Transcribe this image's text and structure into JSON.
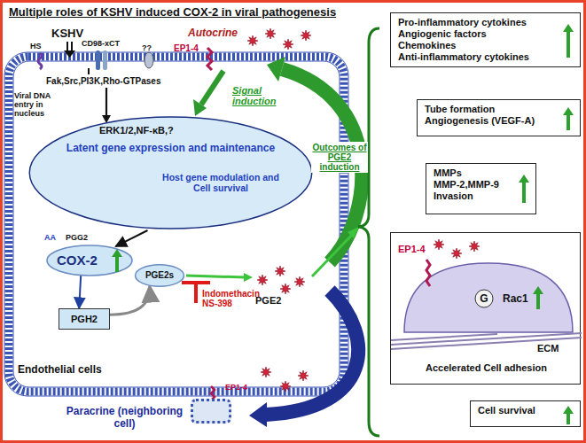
{
  "diagram": {
    "title": "Multiple roles of KSHV induced COX-2 in viral pathogenesis",
    "nodes": [
      {
        "text": [
          "Endothelial cells"
        ]
      },
      {
        "text": [
          "Latent gene expression and maintenance",
          "Host gene modulation and Cell survival"
        ],
        "in": 0
      },
      {
        "text": [
          "COX-2"
        ],
        "in": 0
      },
      {
        "text": [
          "PGE2s"
        ],
        "in": 0
      },
      {
        "text": [
          "PGH2"
        ],
        "in": 0
      },
      {
        "text": [
          "Paracrine (neighboring cell)"
        ]
      },
      {
        "text": [
          "Pro-inflammatory cytokines",
          "Angiogenic factors",
          "Chemokines",
          "Anti-inflammatory cytokines"
        ]
      },
      {
        "text": [
          "Tube formation",
          "Angiogenesis (VEGF-A)"
        ]
      },
      {
        "text": [
          "MMPs",
          "MMP-2,MMP-9",
          "Invasion"
        ]
      },
      {
        "text": [
          "EP1-4",
          "G",
          "Rac1",
          "Accelerated Cell adhesion",
          "ECM"
        ]
      },
      {
        "text": [
          "Cell survival"
        ]
      }
    ],
    "edges": [
      {
        "from": 1,
        "to": 2,
        "arrow": "to"
      },
      {
        "from": 2,
        "to": 4,
        "arrow": "to"
      },
      {
        "from": 4,
        "to": 3,
        "arrow": "to"
      }
    ],
    "labels": [
      "KSHV",
      "HS",
      "CD98-xCT",
      "??",
      "Autocrine",
      "EP1-4",
      "Fak,Src,PI3K,Rho-GTPases",
      "Viral DNA entry in nucleus",
      "Signal induction",
      "ERK1/2,NF-κB,?",
      "AA",
      "PGG2",
      "Indomethacin NS-398",
      "PGE2",
      "Outcomes of PGE2 induction",
      "EP1-4"
    ]
  }
}
